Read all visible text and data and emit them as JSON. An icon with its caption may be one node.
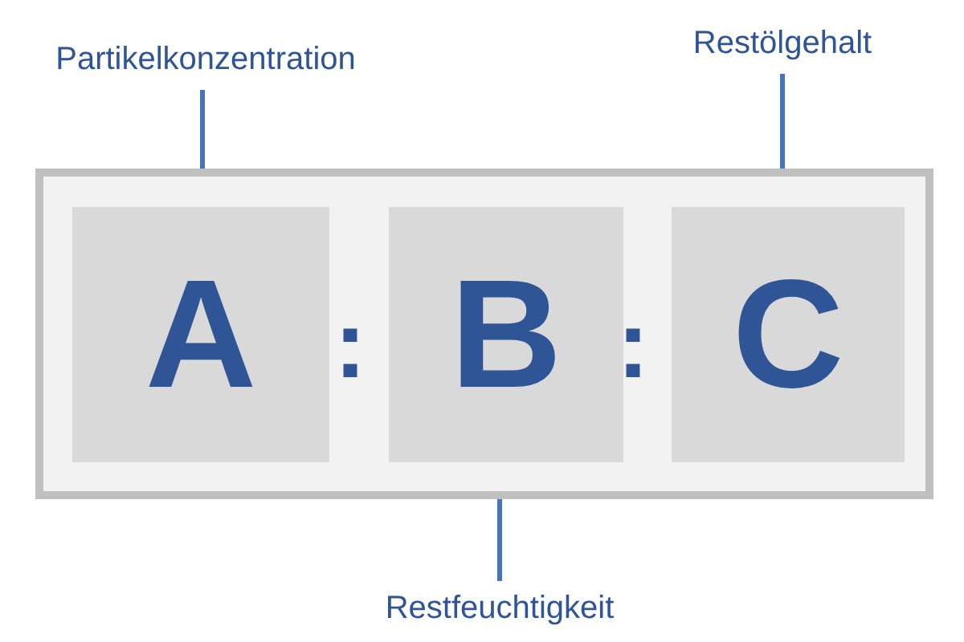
{
  "diagram": {
    "nodes": [
      {
        "text": [],
        "shape": "box"
      },
      {
        "text": [
          "A"
        ],
        "in": 0
      },
      {
        "text": [
          "B"
        ],
        "in": 0
      },
      {
        "text": [
          "C"
        ],
        "in": 0
      },
      {
        "text": [
          "Partikelkonzentration"
        ]
      },
      {
        "text": [
          "Restölgehalt"
        ]
      },
      {
        "text": [
          "Restfeuchtigkeit"
        ]
      }
    ],
    "edges": [
      {
        "from": 4,
        "to": 0,
        "arrow": "none"
      },
      {
        "from": 5,
        "to": 0,
        "arrow": "none"
      },
      {
        "from": 6,
        "to": 0,
        "arrow": "none"
      }
    ],
    "labels": [
      ":",
      ":"
    ]
  }
}
